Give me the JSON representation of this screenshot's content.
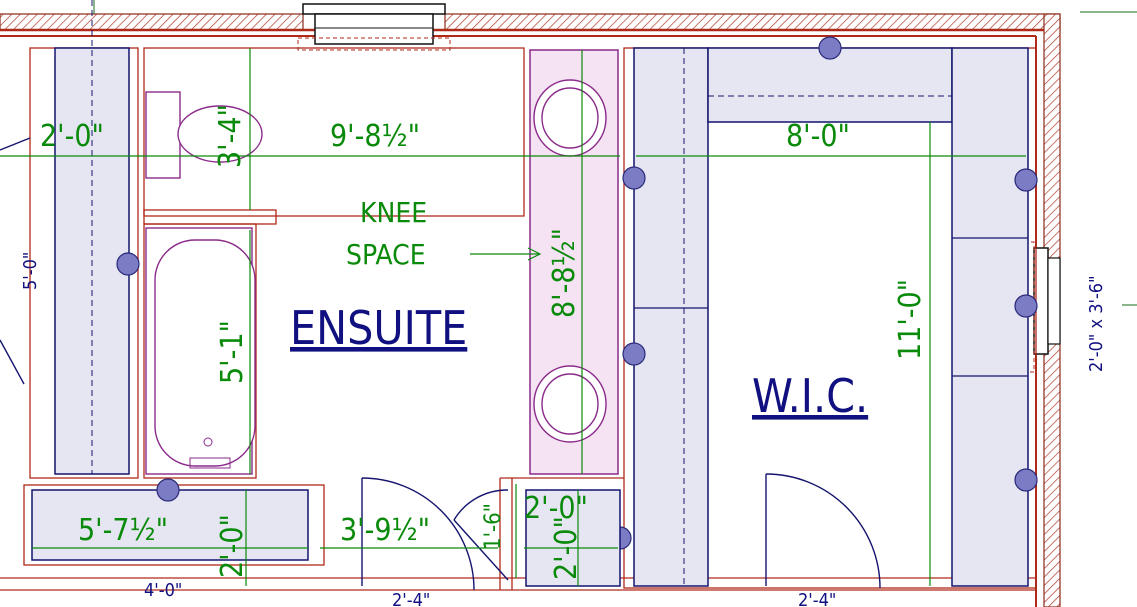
{
  "rooms": {
    "ensuite": "ENSUITE",
    "wic": "W.I.C."
  },
  "notes": {
    "knee_line1": "KNEE",
    "knee_line2": "SPACE"
  },
  "dimensions": {
    "d_2_0_top": "2'-0\"",
    "d_9_8_half": "9'-8½\"",
    "d_8_0": "8'-0\"",
    "d_3_4": "3'-4\"",
    "d_5_0": "5'-0\"",
    "d_8_8_half": "8'-8½\"",
    "d_11_0": "11'-0\"",
    "d_5_1": "5'-1\"",
    "d_5_7_half": "5'-7½\"",
    "d_2_0_vert": "2'-0\"",
    "d_3_9_half": "3'-9½\"",
    "d_1_6": "1'-6\"",
    "d_2_0_mid": "2'-0\"",
    "d_2_0_right_vert": "2'-0\"",
    "d_4_0": "4'-0\"",
    "d_2_4_left": "2'-4\"",
    "d_2_4_right": "2'-4\""
  },
  "window": {
    "label": "2'-0\" x 3'-6\""
  },
  "colors": {
    "dimension": "#0a8a0a",
    "room_label": "#101080",
    "cabinet_fill": "#e6e6f3",
    "vanity_fill": "#f5e2f3",
    "wall": "#b02a1a"
  }
}
